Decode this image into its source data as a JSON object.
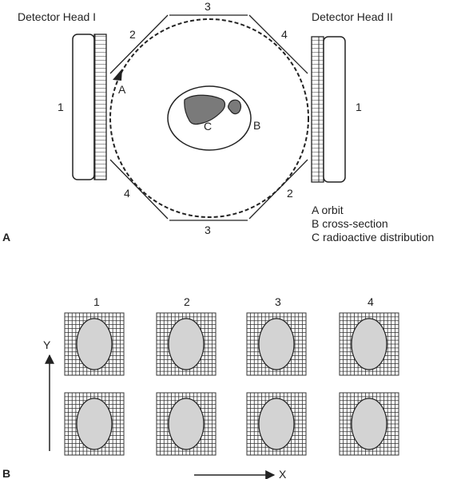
{
  "panel_a": {
    "panel_letter": "A",
    "detector_head_1": "Detector Head I",
    "detector_head_2": "Detector Head II",
    "housing_label_left": "1",
    "housing_label_right": "1",
    "segment_labels": {
      "top": "3",
      "bottom": "3",
      "upper_left": "2",
      "upper_right": "4",
      "lower_left": "4",
      "lower_right": "2"
    },
    "orbit_marker": "A",
    "cross_section_marker": "B",
    "distribution_marker": "C",
    "legend": [
      "A orbit",
      "B cross-section",
      "C radioactive distribution"
    ],
    "colors": {
      "organ_fill": "#7a7a7a",
      "line": "#222222"
    }
  },
  "panel_b": {
    "panel_letter": "B",
    "column_labels": [
      "1",
      "2",
      "3",
      "4"
    ],
    "rows": 2,
    "y_axis_label": "Y",
    "x_axis_label": "X",
    "grid_cells": 16,
    "colors": {
      "ellipse_fill": "#d3d3d3",
      "grid_line": "#333333"
    }
  }
}
